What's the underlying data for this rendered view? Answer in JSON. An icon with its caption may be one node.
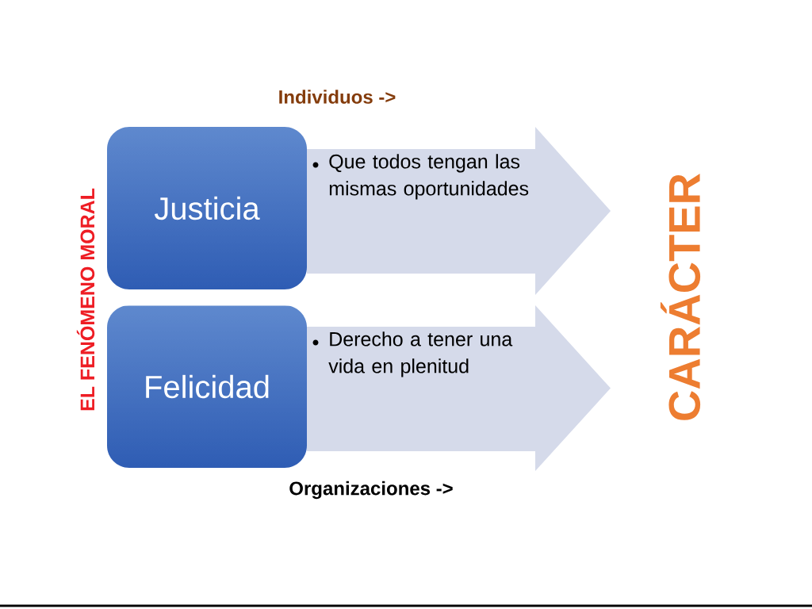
{
  "diagram": {
    "nodes": [
      {
        "text": [
          "Justicia"
        ]
      },
      {
        "text": [
          "Que todos tengan las mismas oportunidades"
        ]
      },
      {
        "text": [
          "Felicidad"
        ]
      },
      {
        "text": [
          "Derecho a tener una vida en plenitud"
        ]
      }
    ],
    "labels": [
      "Individuos ->",
      "EL FENÓMENO MORAL",
      "CARÁCTER",
      "Organizaciones ->"
    ]
  }
}
